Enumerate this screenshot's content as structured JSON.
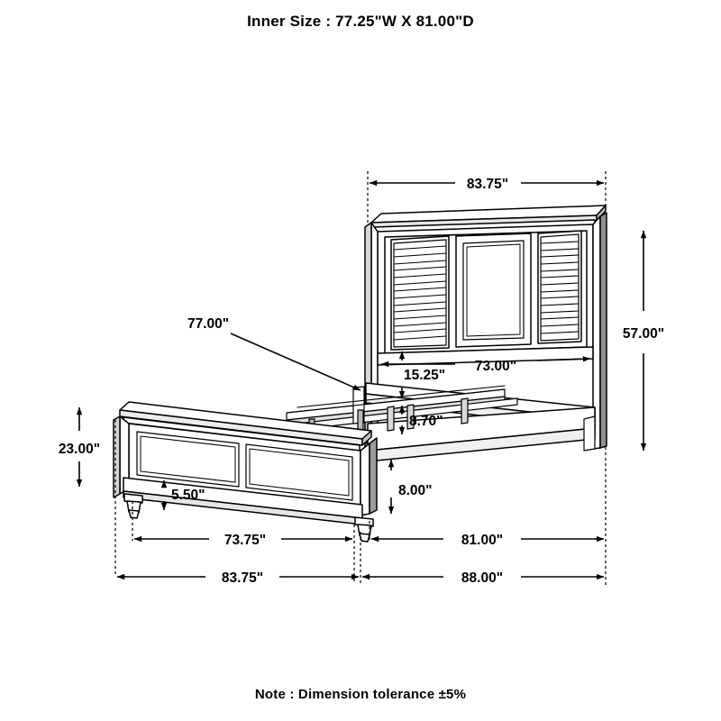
{
  "header": {
    "title": "Inner Size : 77.25\"W X 81.00\"D"
  },
  "footer": {
    "note": "Note : Dimension tolerance ±5%"
  },
  "drawing": {
    "subject": "panel-bed-dimension-drawing",
    "line_color": "#000000",
    "fill_color": "#ffffff",
    "shade_color": "#808080"
  },
  "dimensions": {
    "headboard_width": "83.75\"",
    "headboard_height": "57.00\"",
    "headboard_inner_width": "73.00\"",
    "rail_to_headboard_panel": "15.25\"",
    "slat_clearance": "8.70\"",
    "mattress_width_callout": "77.00\"",
    "footboard_height": "23.00\"",
    "footboard_foot_clearance": "5.50\"",
    "rail_ground_clearance": "8.00\"",
    "footboard_width": "73.75\"",
    "bed_length_inner": "81.00\"",
    "footboard_outer_width": "83.75\"",
    "bed_overall_length": "88.00\""
  },
  "labels": [
    {
      "id": "headboard-width",
      "text": "83.75\""
    },
    {
      "id": "headboard-height",
      "text": "57.00\""
    },
    {
      "id": "headboard-inner-width",
      "text": "73.00\""
    },
    {
      "id": "panel-drop",
      "text": "15.25\""
    },
    {
      "id": "slat-clearance",
      "text": "8.70\""
    },
    {
      "id": "mattress-callout",
      "text": "77.00\""
    },
    {
      "id": "footboard-height",
      "text": "23.00\""
    },
    {
      "id": "foot-clearance",
      "text": "5.50\""
    },
    {
      "id": "rail-clearance",
      "text": "8.00\""
    },
    {
      "id": "footboard-width",
      "text": "73.75\""
    },
    {
      "id": "bed-inner-length",
      "text": "81.00\""
    },
    {
      "id": "footboard-outer-width",
      "text": "83.75\""
    },
    {
      "id": "bed-overall-length",
      "text": "88.00\""
    }
  ]
}
